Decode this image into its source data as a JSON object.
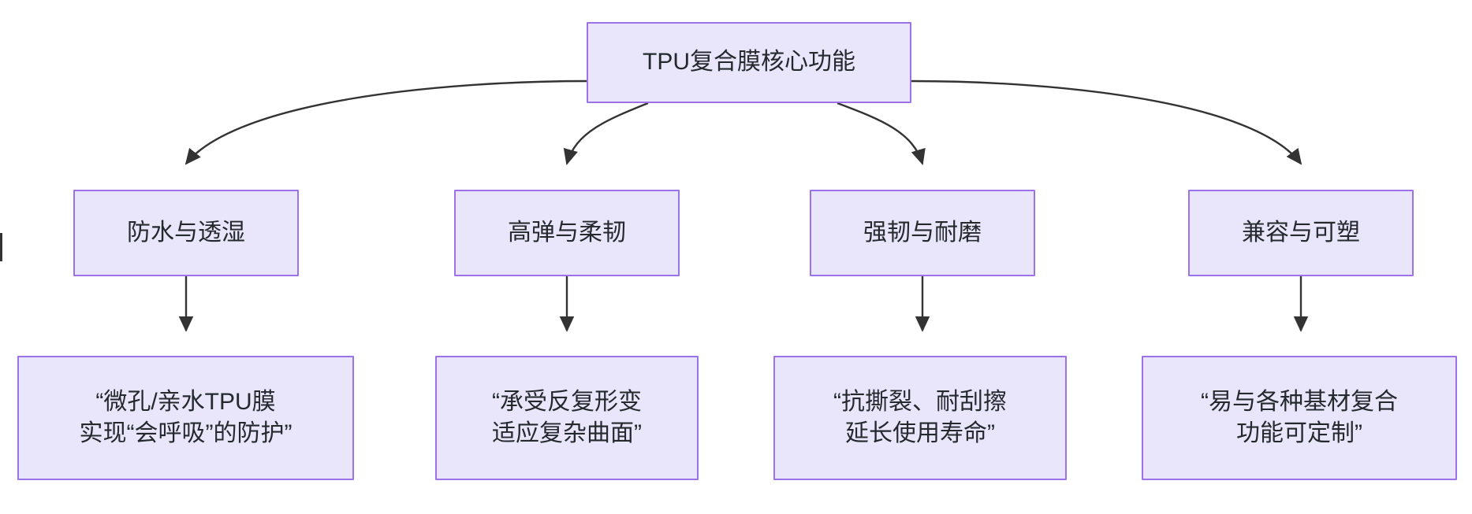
{
  "diagram": {
    "type": "flowchart-tree",
    "title": "TPU复合膜核心功能",
    "background_color": "#ffffff",
    "node_fill_color": "#e9e6fb",
    "node_border_color": "#9b72e8",
    "edge_color": "#333333",
    "text_color": "#24292e",
    "root": {
      "label": "TPU复合膜核心功能"
    },
    "branches": [
      {
        "label": "防水与透湿",
        "detail": "“微孔/亲水TPU膜\n实现“会呼吸”的防护”"
      },
      {
        "label": "高弹与柔韧",
        "detail": "“承受反复形变\n适应复杂曲面”"
      },
      {
        "label": "强韧与耐磨",
        "detail": "“抗撕裂、耐刮擦\n延长使用寿命”"
      },
      {
        "label": "兼容与可塑",
        "detail": "“易与各种基材复合\n功能可定制”"
      }
    ]
  }
}
